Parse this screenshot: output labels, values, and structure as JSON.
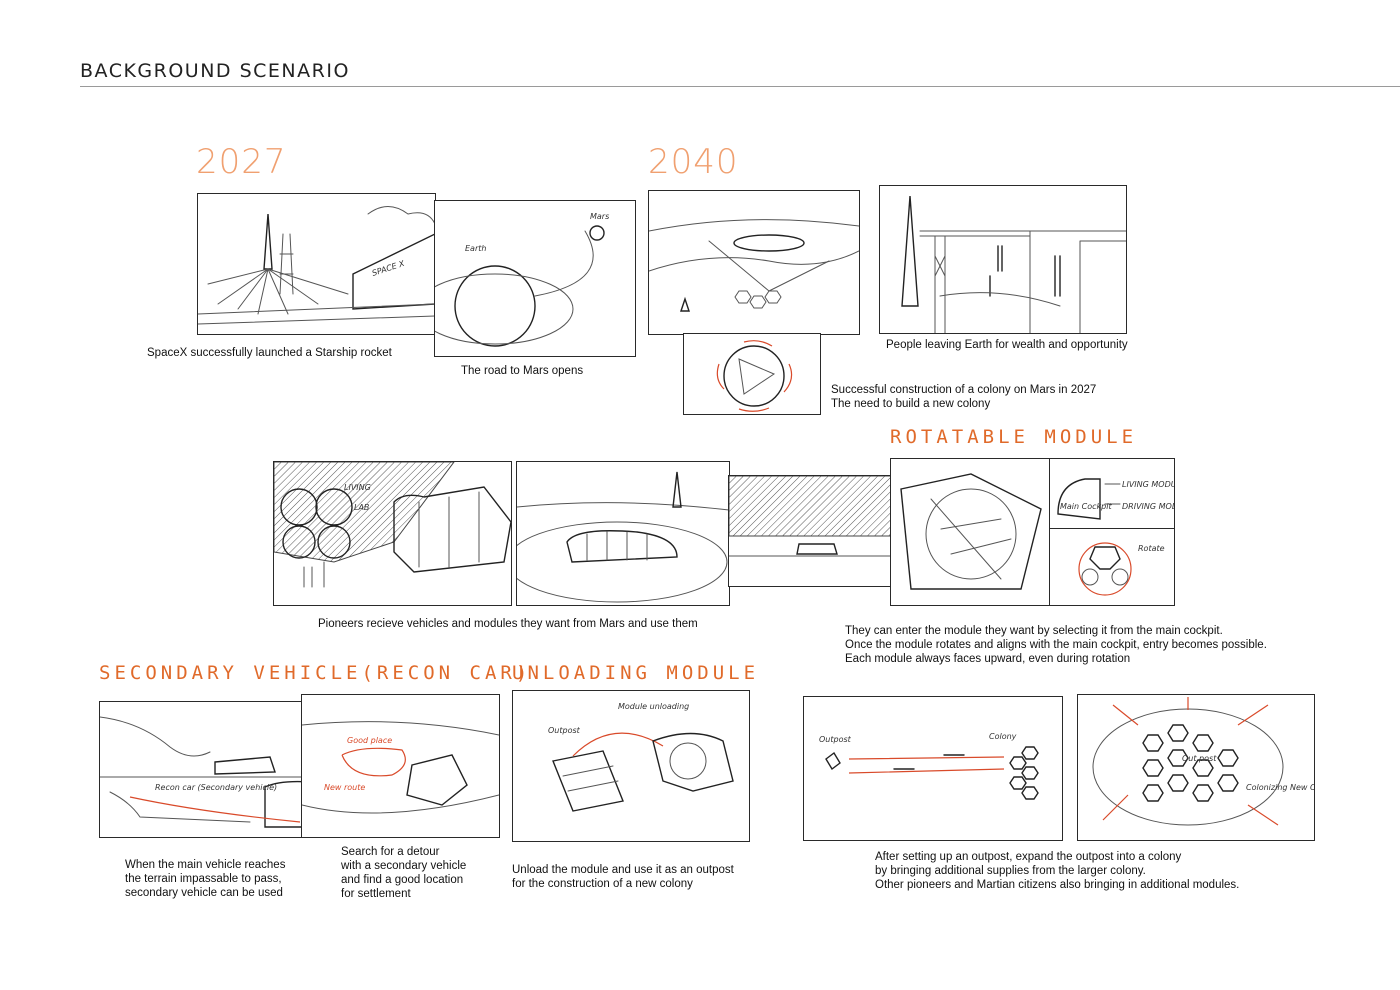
{
  "page": {
    "title": "BACKGROUND SCENARIO"
  },
  "years": {
    "y1": "2027",
    "y2": "2040"
  },
  "headings": {
    "rotatable": "ROTATABLE MODULE",
    "secondary": "SECONDARY VEHICLE(RECON CAR)",
    "unloading": "UNLOADING MODULE"
  },
  "captions": {
    "launch": "SpaceX successfully launched a Starship rocket",
    "road": "The road to Mars opens",
    "people": "People leaving Earth for wealth and opportunity",
    "colony_line1": "Successful construction of a colony on Mars in 2027",
    "colony_line2": "The need to build a new colony",
    "pioneers": "Pioneers recieve vehicles and modules they want from Mars and use them",
    "enter_line1": "They can enter the module they want by selecting it from the main cockpit.",
    "enter_line2": "Once the module rotates and aligns with the main cockpit, entry becomes possible.",
    "enter_line3": "Each module always faces upward, even during rotation",
    "main_vehicle_line1": "When the main vehicle reaches",
    "main_vehicle_line2": "the terrain impassable to pass,",
    "main_vehicle_line3": "secondary vehicle can be used",
    "detour_line1": "Search for a detour",
    "detour_line2": "with a secondary vehicle",
    "detour_line3": "and find a good location",
    "detour_line4": "for settlement",
    "unload_line1": "Unload the module and use it as an outpost",
    "unload_line2": "for the construction of a new colony",
    "expand_line1": "After setting up an outpost, expand the outpost into a colony",
    "expand_line2": "by bringing additional supplies from the larger colony.",
    "expand_line3": "Other pioneers and Martian citizens also bringing in additional modules."
  },
  "sketch_labels": {
    "spacex_sign": "SPACE X",
    "earth": "Earth",
    "mars": "Mars",
    "living": "LIVING",
    "lab": "LAB",
    "living_module": "LIVING MODULE",
    "main_cockpit": "Main Cockpit",
    "driving_module": "DRIVING MODULE",
    "rotate": "Rotate",
    "recon_car": "Recon car (Secondary vehicle)",
    "good_place": "Good place",
    "new_route": "New route",
    "outpost": "Outpost",
    "module_unloading": "Module unloading",
    "colony": "Colony",
    "out_post": "Out post",
    "colonizing_new_colony": "Colonizing New Colony"
  },
  "colors": {
    "accent": "#e06a2a",
    "year": "#f0a070",
    "sketch_red": "#d94a2a"
  }
}
